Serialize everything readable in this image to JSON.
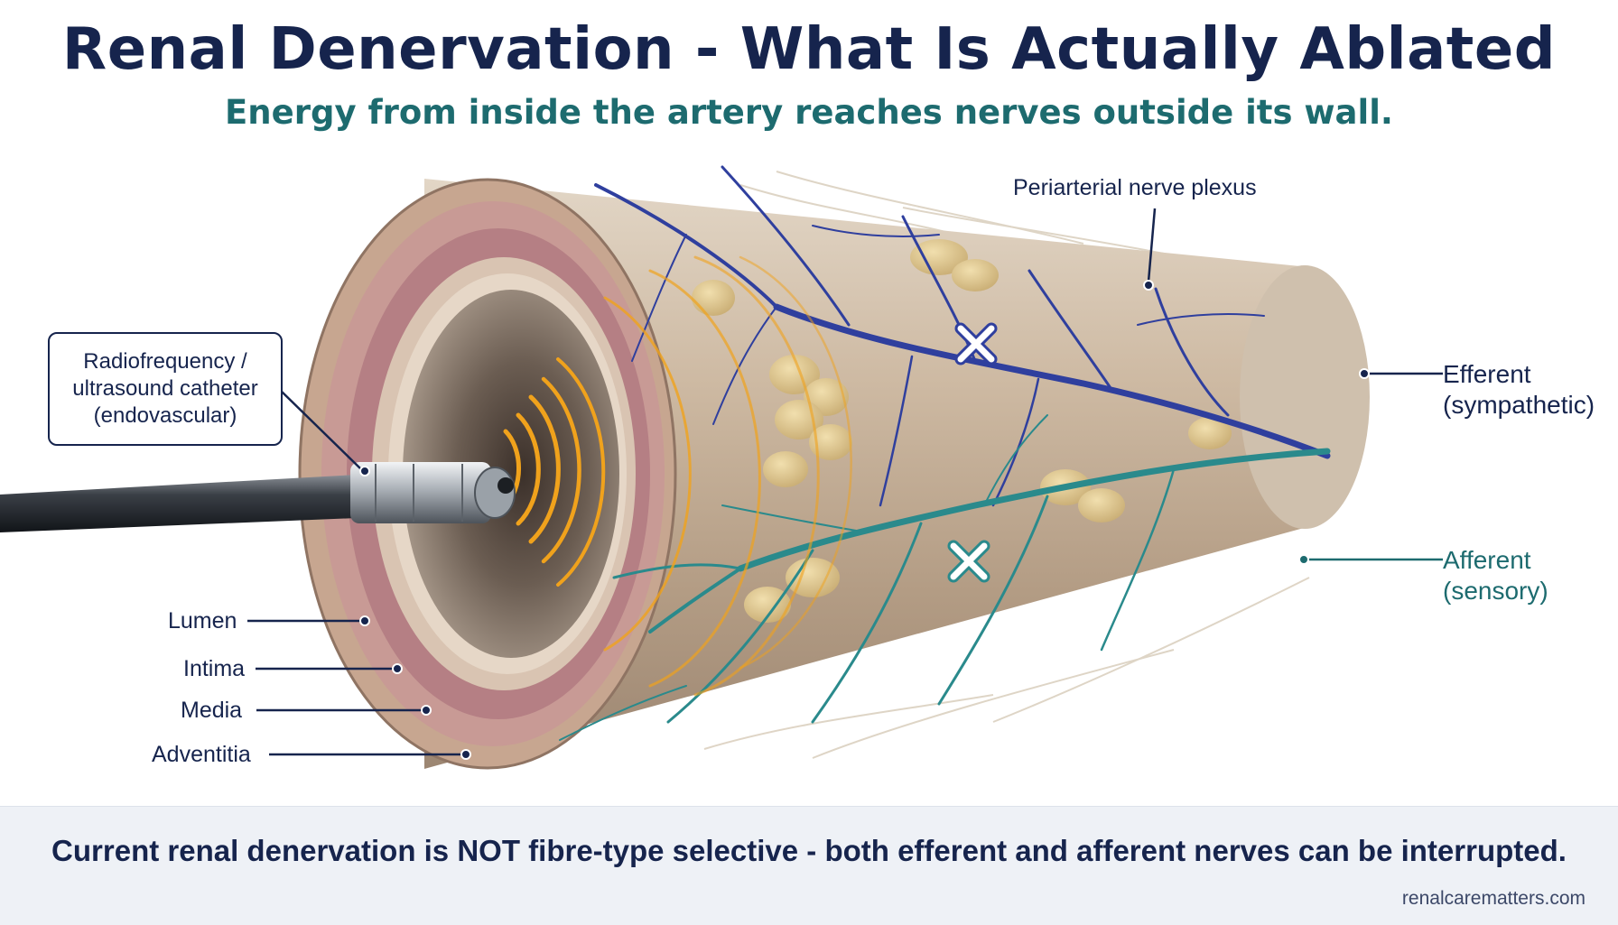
{
  "title": "Renal Denervation - What Is Actually Ablated",
  "subtitle": "Energy from inside the artery reaches nerves outside its wall.",
  "labels": {
    "periarterial": "Periarterial nerve plexus",
    "catheter_lines": [
      "Radiofrequency /",
      "ultrasound catheter",
      "(endovascular)"
    ],
    "efferent": [
      "Efferent",
      "(sympathetic)"
    ],
    "afferent": [
      "Afferent",
      "(sensory)"
    ],
    "layers": [
      "Lumen",
      "Intima",
      "Media",
      "Adventitia"
    ]
  },
  "footer": {
    "statement": "Current renal denervation is NOT fibre-type selective - both efferent and afferent nerves can be interrupted.",
    "website": "renalcarematters.com"
  },
  "colors": {
    "title": "#16244d",
    "subtitle": "#1d6b6f",
    "efferent_nerve": "#2f3f9e",
    "afferent_nerve": "#2a8a8c",
    "energy_waves": "#f0a21c",
    "footer_bg": "#eef1f6"
  }
}
